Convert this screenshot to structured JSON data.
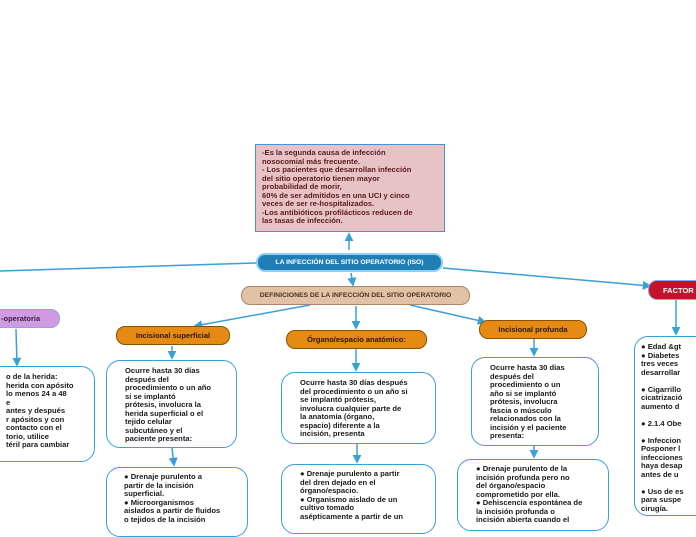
{
  "colors": {
    "line": "#3aa0d8",
    "root": "#1f7fb4",
    "definitions": "#e2c2a5",
    "orange": "#e58a12",
    "red": "#c3132a",
    "violet": "#d29ae0",
    "note": "#e8c3c6"
  },
  "note": {
    "text": "-Es la segunda causa de infección\nnosocomial más frecuente.\n- Los pacientes que desarrollan infección\ndel sitio operatorio tienen mayor\nprobabilidad de morir,\n60% de ser admitidos en una UCI y cinco\nveces de ser re-hospitalizados.\n-Los antibióticos profilácticos reducen de\nlas tasas de infección."
  },
  "root": {
    "label": "LA INFECCIÓN DEL SITIO OPERATORIO (ISO)"
  },
  "definitions": {
    "label": "DEFINICIONES DE LA INFECCIÓN DEL SITIO OPERATORIO"
  },
  "left_topic": {
    "label": "-operatoria"
  },
  "right_topic": {
    "label": "FACTOR"
  },
  "categories": {
    "superficial": "Incisional superficial",
    "organ": "Órgano/espacio anatómico:",
    "deep": "Incisional profunda"
  },
  "texts": {
    "left_box": "o de la herida:\nherida con apósito\nlo menos 24 a 48\ne\nantes y después\nr apósitos y con\ncontacto con el\ntorio, utilice\ntéril para cambiar",
    "superficial_desc": "Ocurre hasta 30 días\ndespués del\nprocedimiento o un año\nsi se implantó\nprótesis, involucra la\nherida superficial o el\ntejido celular\nsubcutáneo y el\npaciente presenta:",
    "superficial_signs": "● Drenaje purulento a\npartir de la incisión\nsuperficial.\n● Microorganismos\naislados a partir de fluidos\no tejidos de la incisión",
    "organ_desc": "Ocurre hasta 30 días después\ndel procedimiento o un año si\nse implantó prótesis,\ninvolucra cualquier parte de\nla anatomía (órgano,\nespacio) diferente a la\nincisión, presenta",
    "organ_signs": "● Drenaje purulento a partir\ndel dren dejado en el\nórgano/espacio.\n● Organismo aislado de un\ncultivo tomado\nasépticamente a partir de un",
    "deep_desc": "Ocurre hasta 30 días\ndespués del\nprocedimiento o un\naño si se implantó\nprótesis, involucra\nfascia o músculo\nrelacionados con la\nincisión y el paciente\npresenta:",
    "deep_signs": "● Drenaje purulento de la\nincisión profunda pero no\ndel órgano/espacio\ncomprometido por ella.\n● Dehiscencia espontánea de\nla incisión profunda o\nincisión abierta cuando el",
    "right_box": "● Edad &gt\n● Diabetes\ntres veces\ndesarrollar\n\n● Cigarrillo\ncicatrizació\naumento d\n\n● 2.1.4 Obe\n\n● Infeccion\nPosponer l\ninfecciones\nhaya desap\nantes de u\n\n● Uso de es\npara suspe\ncirugía."
  }
}
